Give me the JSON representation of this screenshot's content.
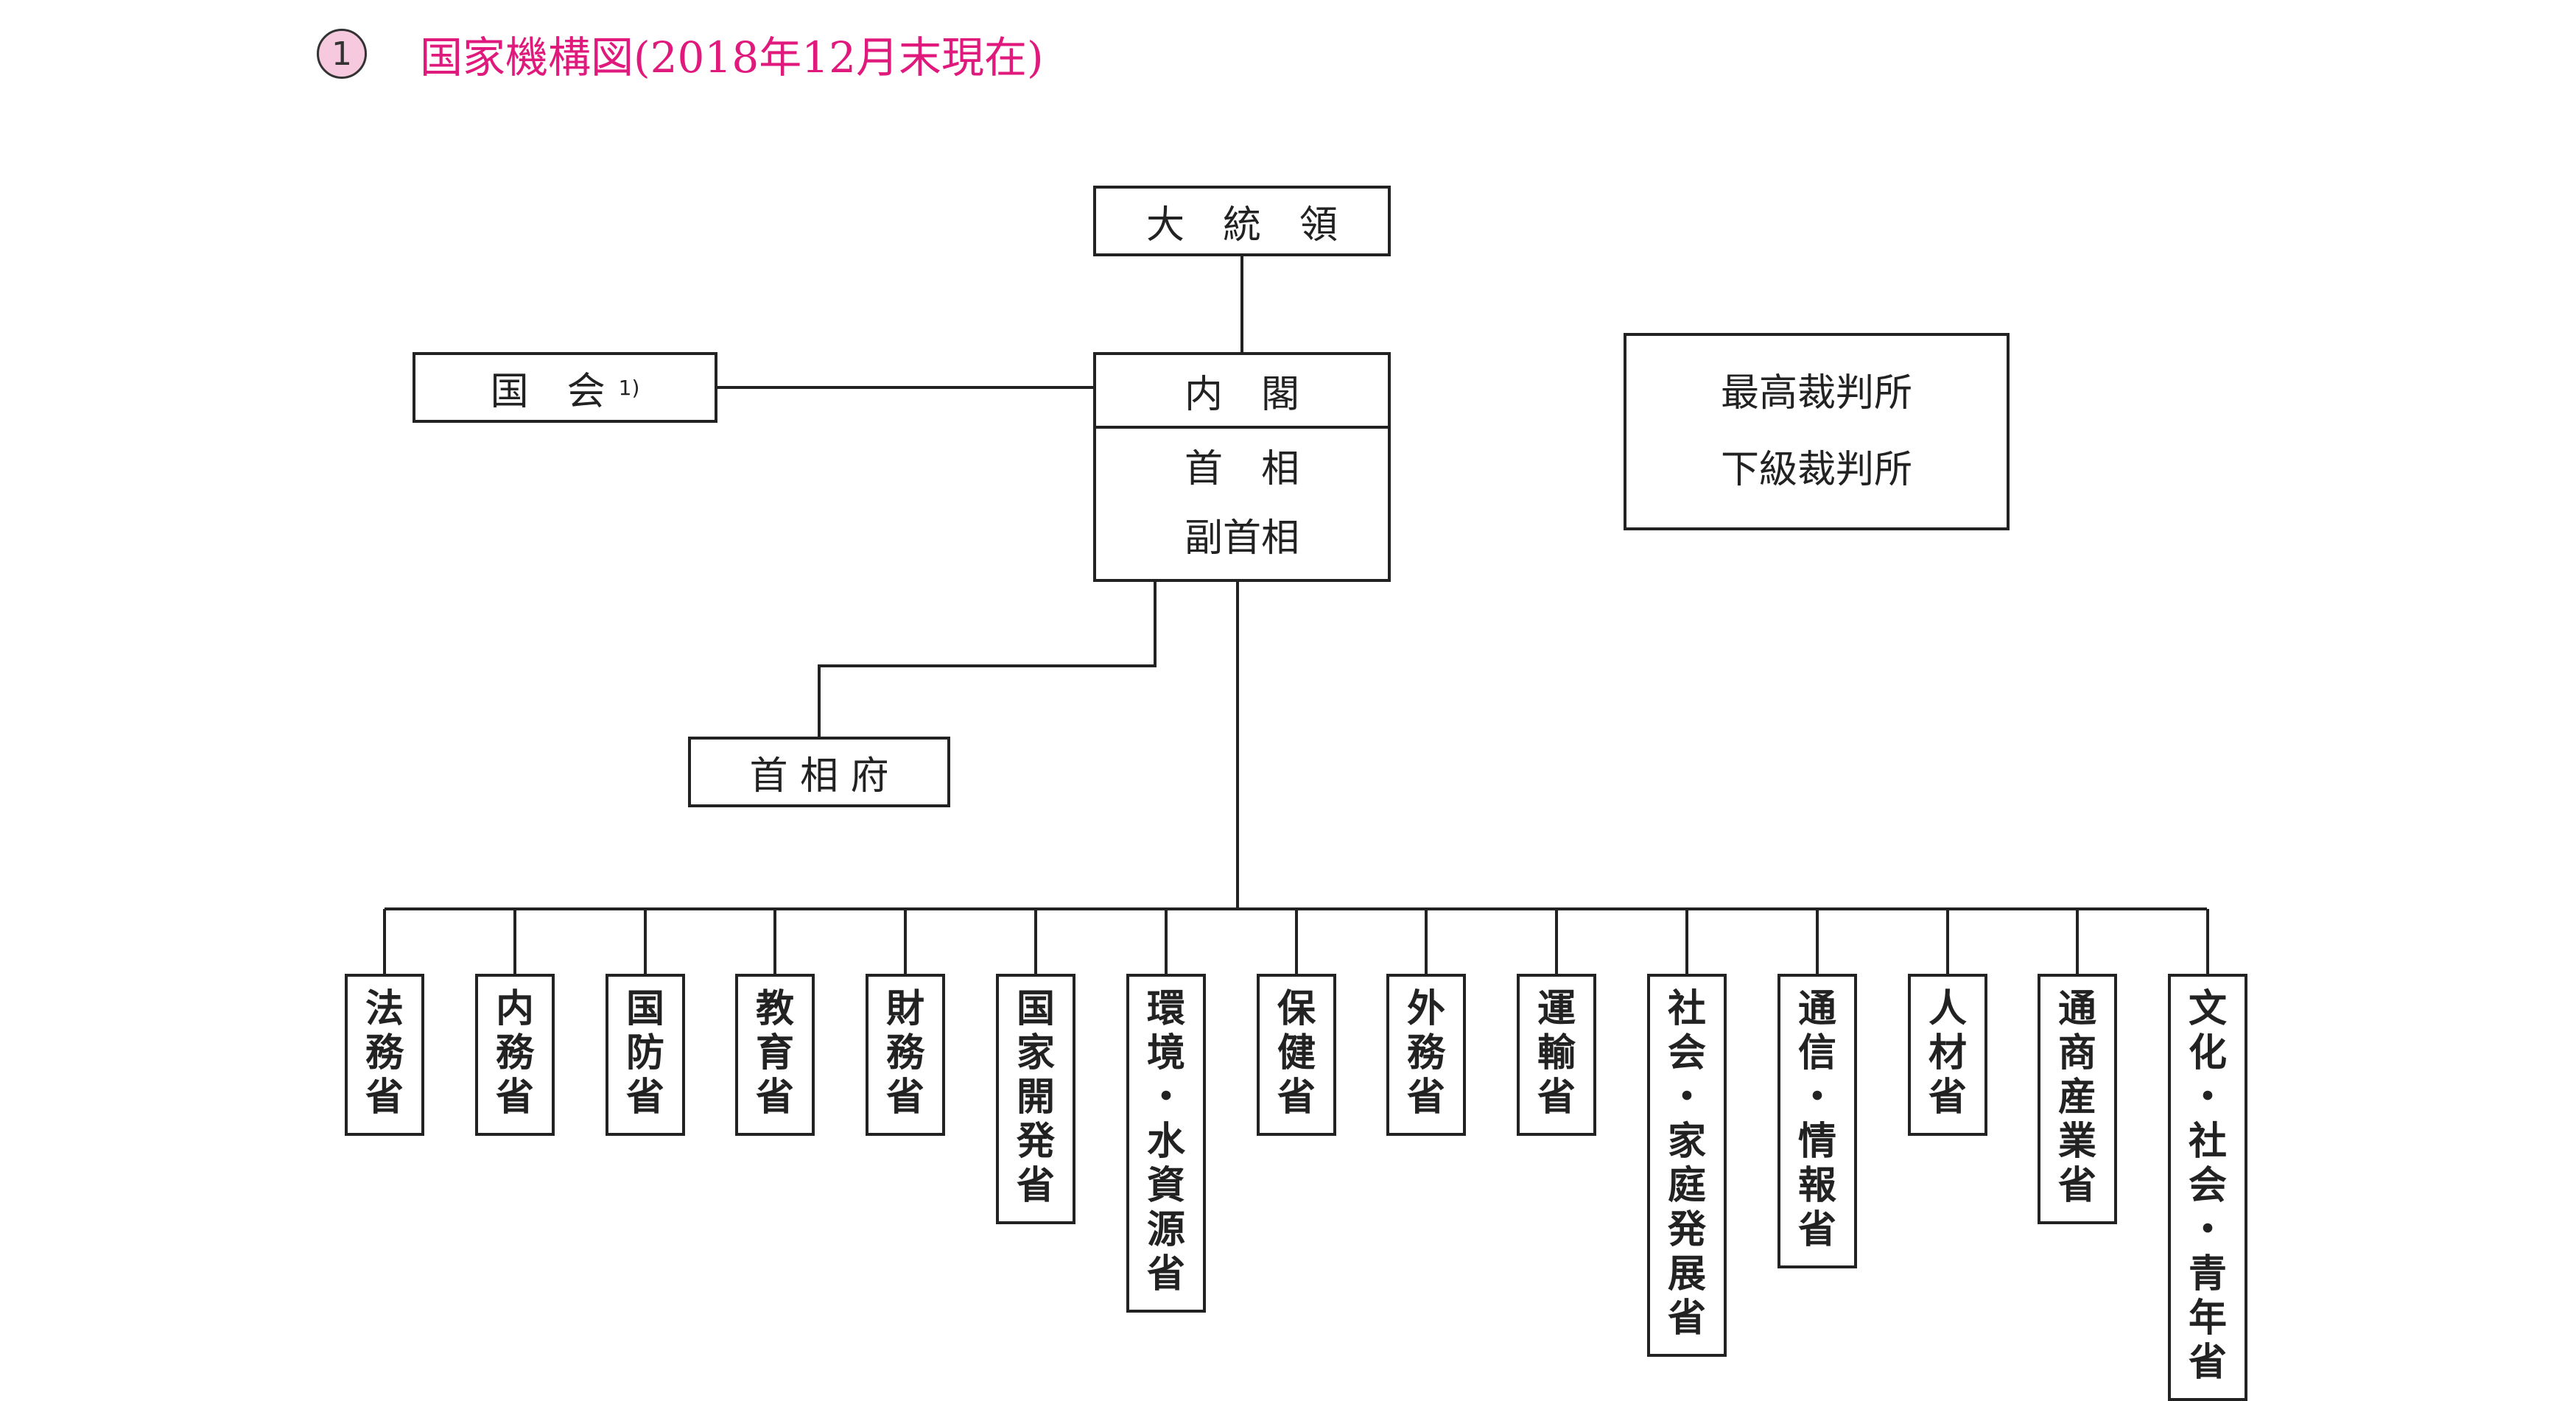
{
  "heading": {
    "number": "1",
    "title": "国家機構図(2018年12月末現在)"
  },
  "president": "大　統　領",
  "parliament": {
    "label": "国　会",
    "note": "1)"
  },
  "cabinet": {
    "label": "内　閣",
    "members": [
      "首　相",
      "副首相"
    ]
  },
  "pm_office": "首 相 府",
  "courts": [
    "最高裁判所",
    "下級裁判所"
  ],
  "ministries": [
    "法務省",
    "内務省",
    "国防省",
    "教育省",
    "財務省",
    "国家開発省",
    "環境・水資源省",
    "保健省",
    "外務省",
    "運輸省",
    "社会・家庭発展省",
    "通信・情報省",
    "人材省",
    "通商産業省",
    "文化・社会・青年省"
  ],
  "colors": {
    "title": "#e0197d",
    "number_bg": "#f7c9de",
    "line": "#222222"
  }
}
